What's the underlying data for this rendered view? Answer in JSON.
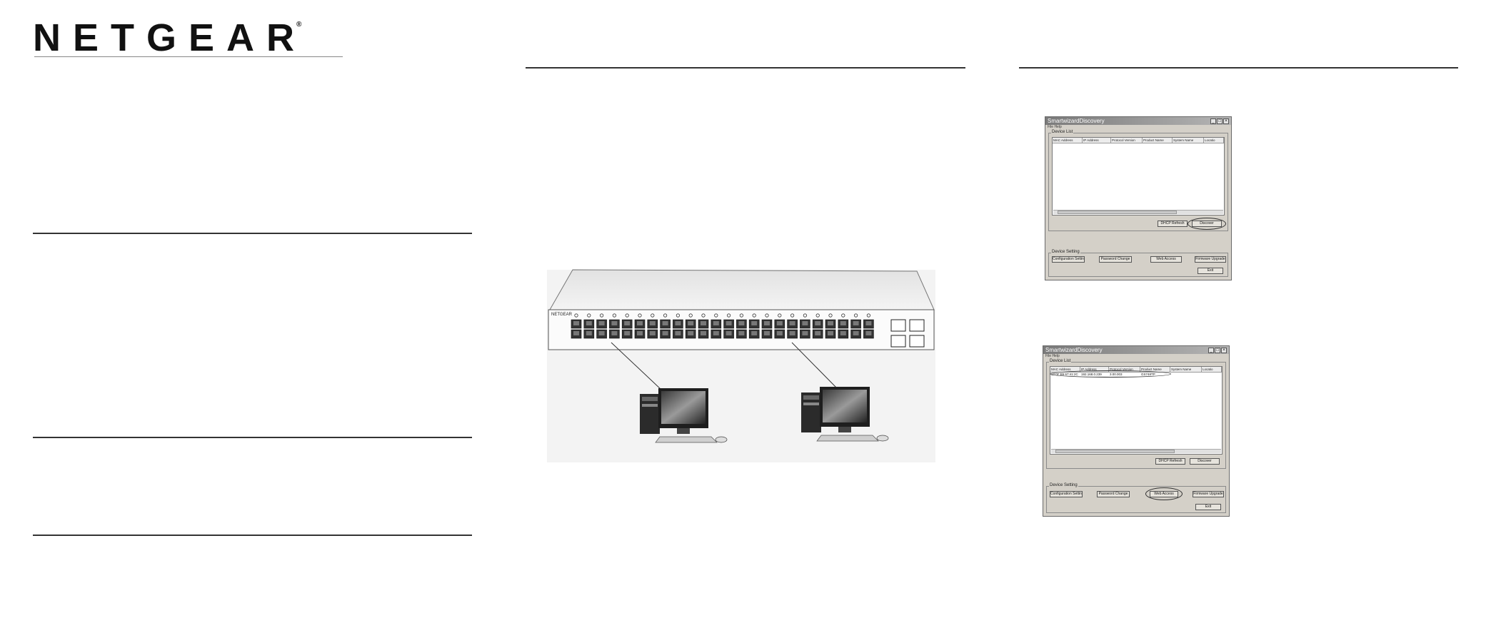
{
  "brand": {
    "logo": "NETGEAR",
    "registered": "®"
  },
  "figure": {
    "switch_label": "NETGEAR",
    "port_count": 48,
    "sfp_count": 4
  },
  "app_window_1": {
    "title": "SmartwizardDiscovery",
    "menu": "File  Help",
    "device_list_label": "Device List",
    "columns": [
      "MAC Address",
      "IP Address",
      "Protocol Version",
      "Product Name",
      "System Name",
      "Locatio"
    ],
    "rows": [],
    "buttons": {
      "dhcp_refresh": "DHCP Refresh",
      "discover": "Discover"
    },
    "device_setting_label": "Device Setting",
    "setting_buttons": [
      "Configuration Setting",
      "Password Change",
      "Web Access",
      "Firmware Upgrade"
    ],
    "exit": "Exit"
  },
  "app_window_2": {
    "title": "SmartwizardDiscovery",
    "menu": "File  Help",
    "device_list_label": "Device List",
    "columns": [
      "MAC Address",
      "IP Address",
      "Protocol Version",
      "Product Name",
      "System Name",
      "Locatio"
    ],
    "rows": [
      [
        "00:0F:B5:67:41:2C",
        "192.168.0.239",
        "3.00.003",
        "GS748TP",
        "",
        ""
      ]
    ],
    "buttons": {
      "dhcp_refresh": "DHCP Refresh",
      "discover": "Discover"
    },
    "device_setting_label": "Device Setting",
    "setting_buttons": [
      "Configuration Setting",
      "Password Change",
      "Web Access",
      "Firmware Upgrade"
    ],
    "exit": "Exit"
  }
}
